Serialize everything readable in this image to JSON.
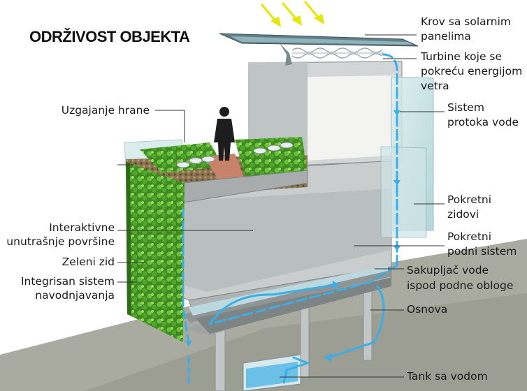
{
  "title": "ODRŽIVOST OBJEKTA",
  "labels_left": {
    "food": "Uzgajanje hrane",
    "interactive_1": "Interaktivne",
    "interactive_2": "unutrašnje površine",
    "green_wall": "Zeleni zid",
    "irrigation_1": "Integrisan sistem",
    "irrigation_2": "navodnjavanja"
  },
  "labels_right": {
    "roof_1": "Krov sa solarnim",
    "roof_2": "panelima",
    "turbines_1": "Turbine koje se",
    "turbines_2": "pokreću energijom",
    "turbines_3": "vetra",
    "water_1": "Sistem",
    "water_2": "protoka vode",
    "walls_1": "Pokretni",
    "walls_2": "zidovi",
    "floor_1": "Pokretni",
    "floor_2": "podni sistem",
    "collector_1": "Sakupljač vode",
    "collector_2": "ispod podne obloge",
    "base": "Osnova",
    "tank": "Tank sa vodom"
  },
  "colors": {
    "water": "#3aaee6",
    "sun": "#e6e600",
    "glass": "#bfe0e6",
    "concrete": "#b8bcbc",
    "ground": "#a9aba1",
    "green": "#4f9a2a"
  }
}
